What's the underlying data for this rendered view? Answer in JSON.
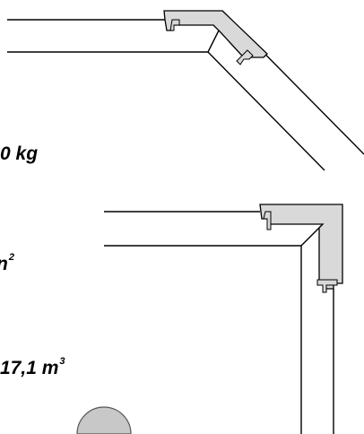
{
  "labels": {
    "weight": {
      "text": "0 kg"
    },
    "area": {
      "text": "n",
      "sup": "2"
    },
    "volume": {
      "text": "17,1 m",
      "sup": "3"
    }
  },
  "colors": {
    "profile_fill": "#d9d9d9",
    "stroke": "#000000",
    "circle_fill": "#c8c8c8"
  }
}
